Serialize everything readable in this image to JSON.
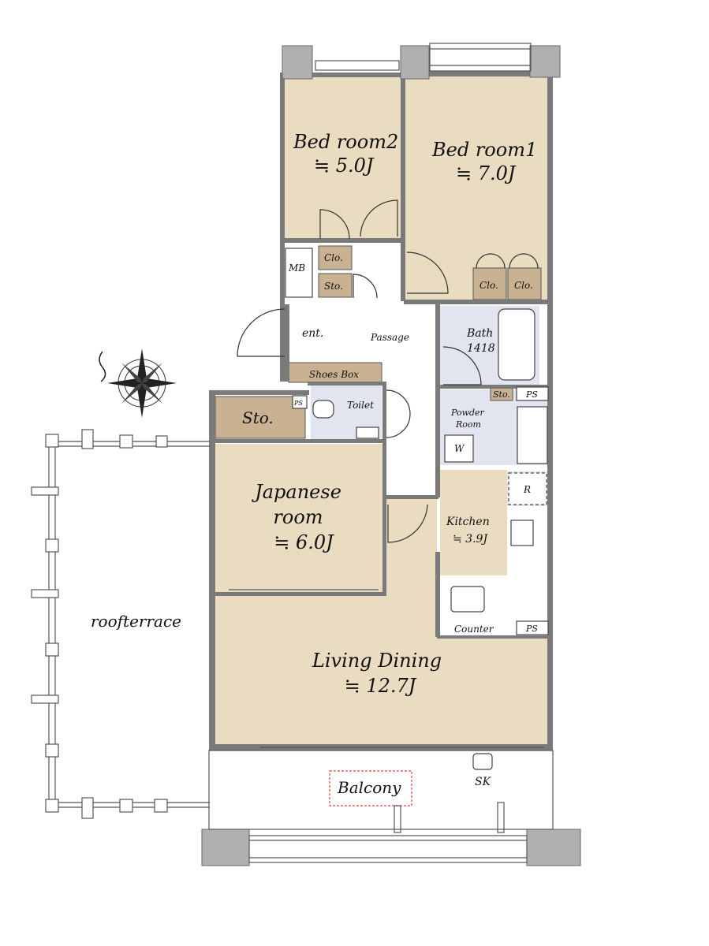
{
  "rooms": {
    "bedroom2": {
      "name": "Bed room2",
      "size": "≒ 5.0J"
    },
    "bedroom1": {
      "name": "Bed room1",
      "size": "≒ 7.0J"
    },
    "japanese": {
      "name_line1": "Japanese",
      "name_line2": "room",
      "size": "≒ 6.0J"
    },
    "living": {
      "name": "Living Dining",
      "size": "≒ 12.7J"
    },
    "kitchen": {
      "name": "Kitchen",
      "size": "≒ 3.9J"
    },
    "bath": {
      "name": "Bath",
      "size": "1418"
    },
    "powder": {
      "name_line1": "Powder",
      "name_line2": "Room"
    }
  },
  "labels": {
    "clo1": "Clo.",
    "clo2": "Clo.",
    "clo3": "Clo.",
    "sto_small": "Sto.",
    "sto_big": "Sto.",
    "sto_bath": "Sto.",
    "mb": "MB",
    "ent": "ent.",
    "passage": "Passage",
    "shoes_box": "Shoes Box",
    "toilet": "Toilet",
    "ps1": "PS",
    "ps2": "PS",
    "ps3": "PS",
    "w": "W",
    "r": "R",
    "counter": "Counter",
    "roof_terrace": "roofterrace",
    "balcony": "Balcony",
    "sk": "SK"
  },
  "colors": {
    "room_tan": "#eadcc0",
    "storage_brown": "#c8b291",
    "wet_blue": "#e2e5f0",
    "wall_gray": "#7a7a7a",
    "column_gray": "#b0b0b0"
  }
}
